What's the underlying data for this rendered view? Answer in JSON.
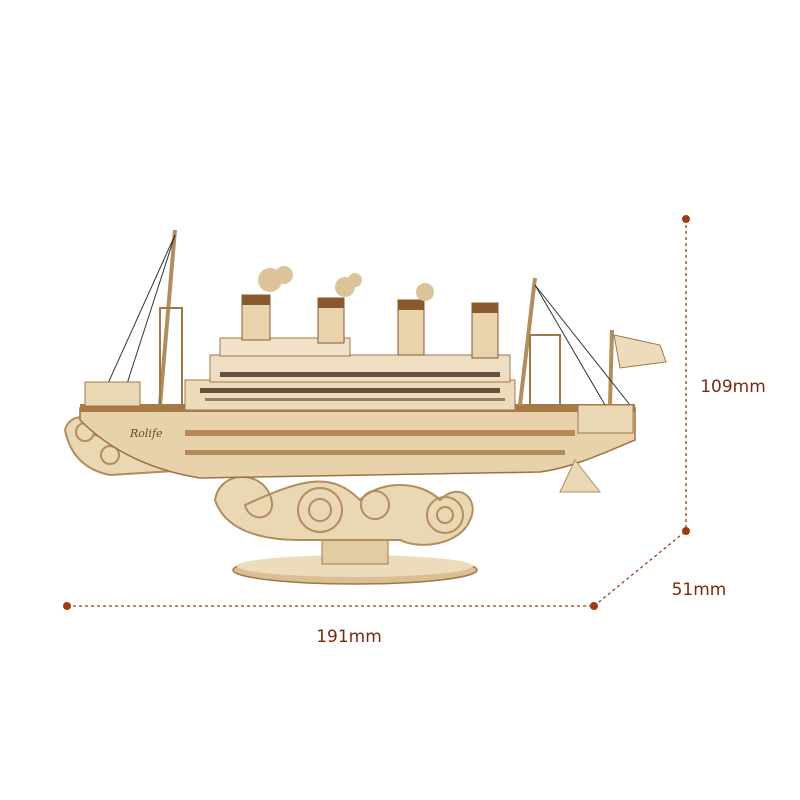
{
  "product": {
    "brand_logo_text": "Rolife",
    "wood_colors": {
      "light": "#e9d6b4",
      "mid": "#d7bc8f",
      "dark": "#8a5a2e",
      "window": "#3a2410"
    }
  },
  "dimensions": {
    "height_label": "109mm",
    "depth_label": "51mm",
    "width_label": "191mm",
    "line_color": "#9c3d15",
    "text_color": "#7a2a10"
  }
}
